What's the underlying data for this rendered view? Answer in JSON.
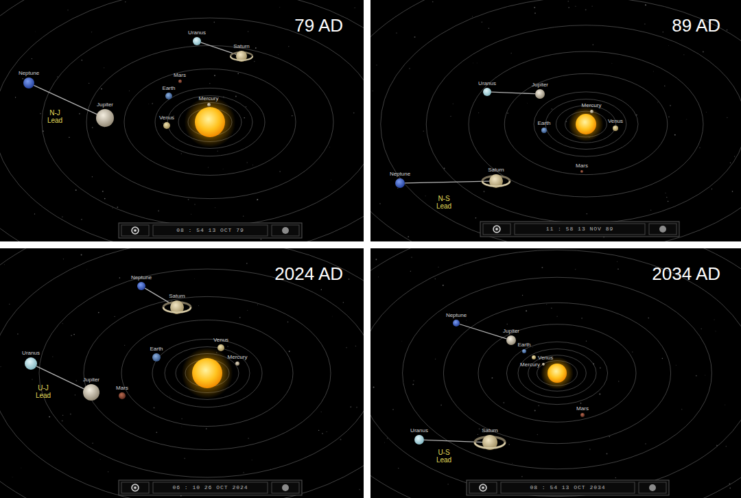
{
  "diagram": {
    "nodes": [
      {
        "text": [
          "79 AD"
        ]
      },
      {
        "text": [
          "Uranus"
        ],
        "in": 0
      },
      {
        "text": [
          "Saturn"
        ],
        "in": 0
      },
      {
        "text": [
          "Neptune"
        ],
        "in": 0
      },
      {
        "text": [
          "Mars"
        ],
        "in": 0
      },
      {
        "text": [
          "Earth"
        ],
        "in": 0
      },
      {
        "text": [
          "Mercury"
        ],
        "in": 0
      },
      {
        "text": [
          "Jupiter"
        ],
        "in": 0
      },
      {
        "text": [
          "Venus"
        ],
        "in": 0
      },
      {
        "text": [
          "89 AD"
        ]
      },
      {
        "text": [
          "Uranus"
        ],
        "in": 9
      },
      {
        "text": [
          "Jupiter"
        ],
        "in": 9
      },
      {
        "text": [
          "Mercury"
        ],
        "in": 9
      },
      {
        "text": [
          "Earth"
        ],
        "in": 9
      },
      {
        "text": [
          "Venus"
        ],
        "in": 9
      },
      {
        "text": [
          "Mars"
        ],
        "in": 9
      },
      {
        "text": [
          "Neptune"
        ],
        "in": 9
      },
      {
        "text": [
          "Saturn"
        ],
        "in": 9
      },
      {
        "text": [
          "2024 AD"
        ]
      },
      {
        "text": [
          "Neptune"
        ],
        "in": 18
      },
      {
        "text": [
          "Saturn"
        ],
        "in": 18
      },
      {
        "text": [
          "Venus"
        ],
        "in": 18
      },
      {
        "text": [
          "Earth"
        ],
        "in": 18
      },
      {
        "text": [
          "Uranus"
        ],
        "in": 18
      },
      {
        "text": [
          "Mercury"
        ],
        "in": 18
      },
      {
        "text": [
          "Jupiter"
        ],
        "in": 18
      },
      {
        "text": [
          "Mars"
        ],
        "in": 18
      },
      {
        "text": [
          "2034 AD"
        ]
      },
      {
        "text": [
          "Neptune"
        ],
        "in": 27
      },
      {
        "text": [
          "Jupiter"
        ],
        "in": 27
      },
      {
        "text": [
          "Earth"
        ],
        "in": 27
      },
      {
        "text": [
          "Venus"
        ],
        "in": 27
      },
      {
        "text": [
          "Mercury"
        ],
        "in": 27
      },
      {
        "text": [
          "Mars"
        ],
        "in": 27
      },
      {
        "text": [
          "Uranus"
        ],
        "in": 27
      },
      {
        "text": [
          "Saturn"
        ],
        "in": 27
      }
    ],
    "edges": [
      {
        "from": 3,
        "to": 7,
        "arrow": "none"
      },
      {
        "from": 1,
        "to": 2,
        "arrow": "none"
      },
      {
        "from": 10,
        "to": 11,
        "arrow": "none"
      },
      {
        "from": 16,
        "to": 17,
        "arrow": "none"
      },
      {
        "from": 19,
        "to": 20,
        "arrow": "none"
      },
      {
        "from": 23,
        "to": 25,
        "arrow": "none"
      },
      {
        "from": 28,
        "to": 29,
        "arrow": "none"
      },
      {
        "from": 34,
        "to": 35,
        "arrow": "none"
      }
    ],
    "labels": [
      "N-J Lead",
      "08 : 54 13 OCT 79",
      "N-S Lead",
      "11 : 58 13 NOV 89",
      "U-J Lead",
      "06 : 10 26 OCT 2024",
      "U-S Lead",
      "08 : 54 13 OCT 2034"
    ]
  }
}
